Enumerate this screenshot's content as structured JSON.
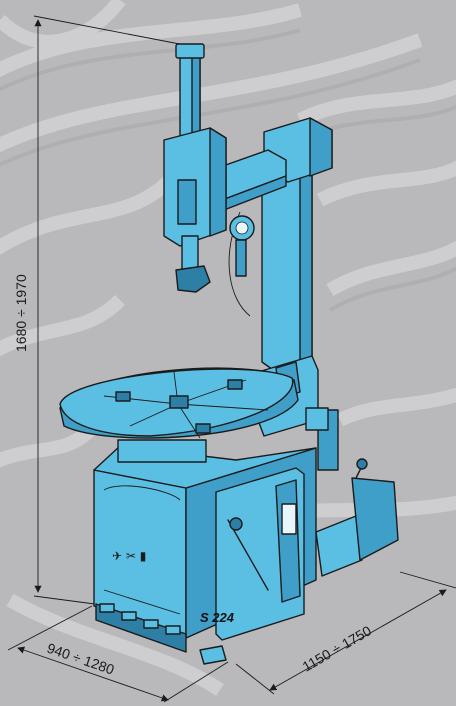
{
  "dimensions": {
    "height": "1680 ÷ 1970",
    "width": "940 ÷ 1280",
    "depth": "1150 ÷ 1750"
  },
  "machine": {
    "model_label": "S 224"
  },
  "colors": {
    "machine_body": "#5bbfe4",
    "machine_shade": "#3f9fc8",
    "machine_dark": "#2d7fa6",
    "outline": "#1b1b1b",
    "background": "#b9b9bb",
    "background_swirl": "#d8d8da"
  },
  "icons": [
    "tyre-changer-illustration",
    "dimension-arrow-icon"
  ]
}
